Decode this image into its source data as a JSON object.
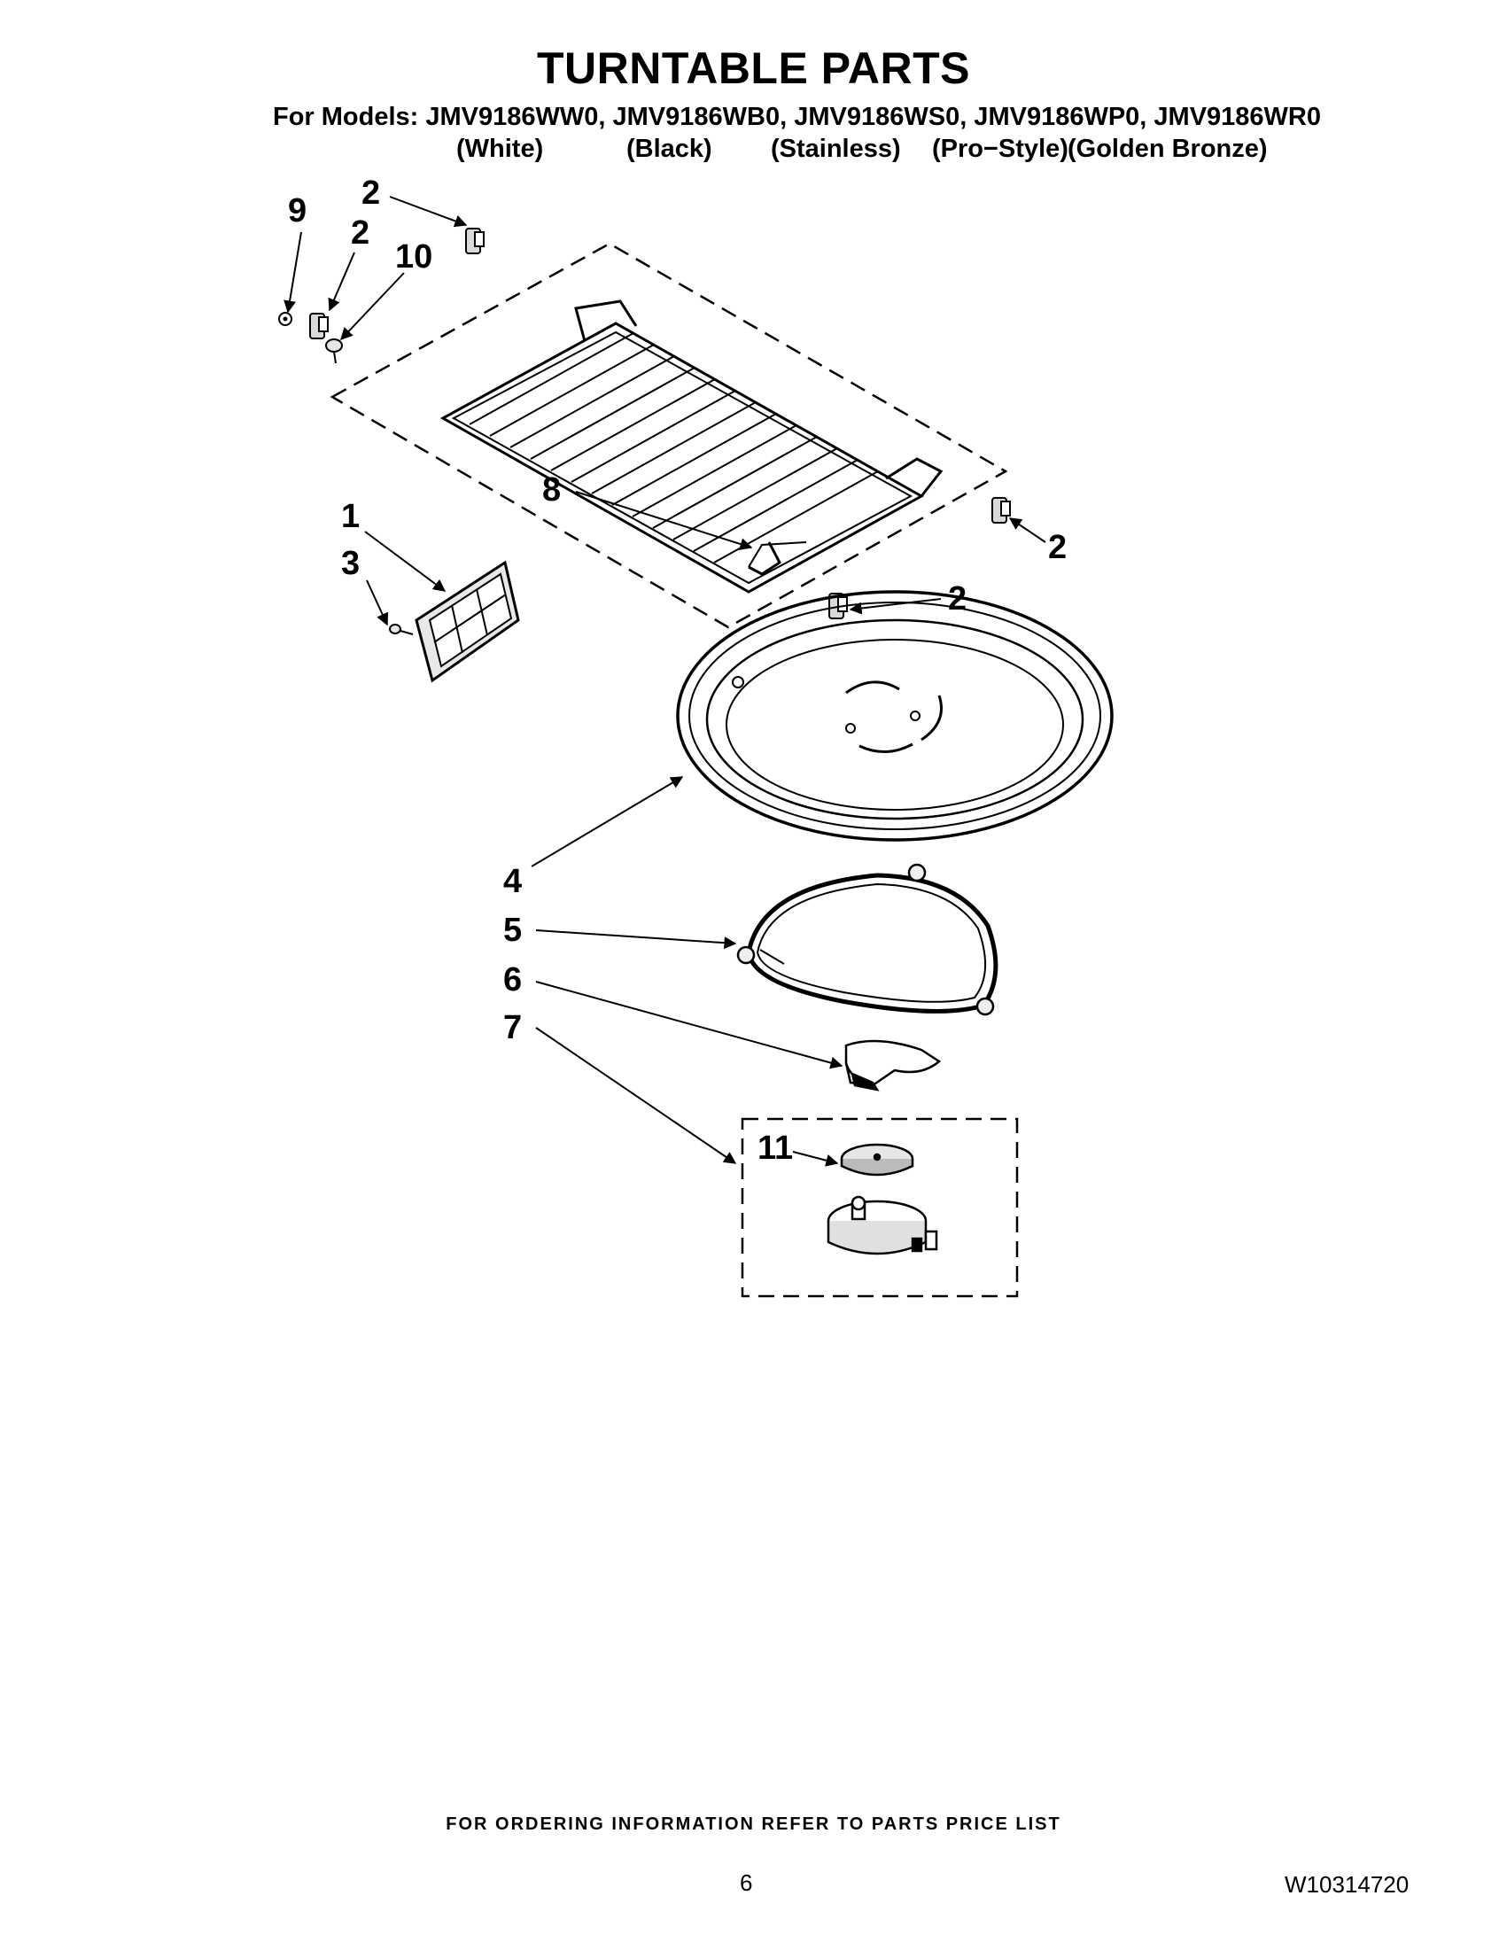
{
  "header": {
    "title": "TURNTABLE PARTS",
    "models_line": "For Models: JMV9186WW0, JMV9186WB0, JMV9186WS0, JMV9186WP0, JMV9186WR0",
    "variants": [
      "(White)",
      "(Black)",
      "(Stainless)",
      "(Pro−Style)",
      "(Golden Bronze)"
    ]
  },
  "diagram": {
    "callouts": {
      "c9": "9",
      "c2a": "2",
      "c2b": "2",
      "c10": "10",
      "c1": "1",
      "c3": "3",
      "c8": "8",
      "c2c": "2",
      "c2d": "2",
      "c4": "4",
      "c5": "5",
      "c6": "6",
      "c7": "7",
      "c11": "11"
    }
  },
  "footer": {
    "ordering_note": "FOR ORDERING INFORMATION REFER TO PARTS PRICE LIST",
    "page_number": "6",
    "document_number": "W10314720"
  }
}
